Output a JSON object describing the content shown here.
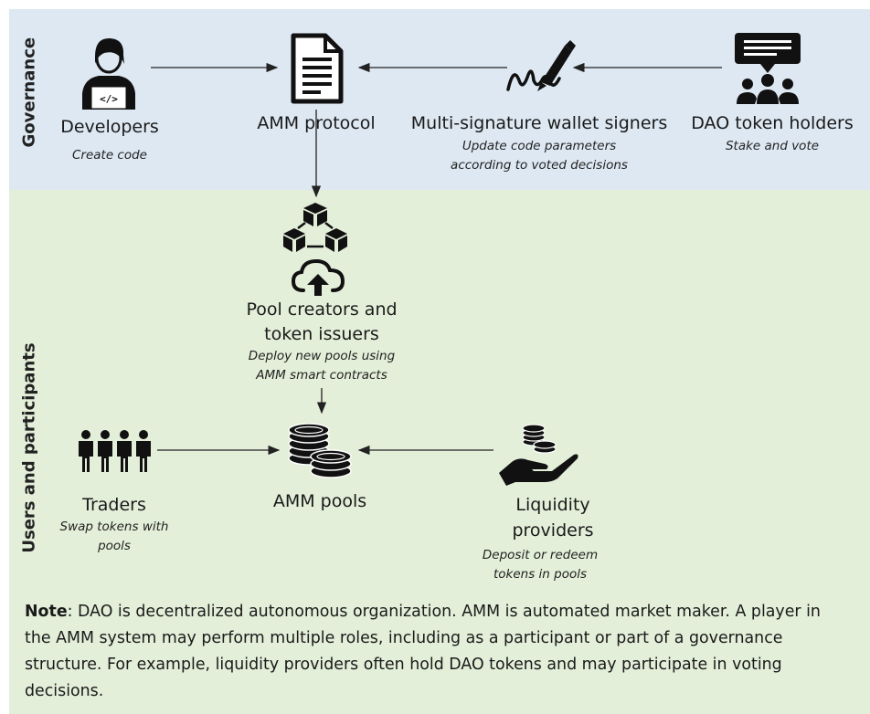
{
  "sections": {
    "governance": "Governance",
    "users": "Users and participants"
  },
  "nodes": {
    "developers": {
      "title": "Developers",
      "subtitle": "Create code"
    },
    "amm_protocol": {
      "title": "AMM protocol"
    },
    "multisig": {
      "title": "Multi-signature wallet signers",
      "subtitle_line1": "Update code parameters",
      "subtitle_line2": "according to voted decisions"
    },
    "dao_holders": {
      "title": "DAO token holders",
      "subtitle": "Stake and vote"
    },
    "pool_creators": {
      "title_line1": "Pool creators and",
      "title_line2": "token issuers",
      "subtitle_line1": "Deploy new pools using",
      "subtitle_line2": "AMM smart contracts"
    },
    "traders": {
      "title": "Traders",
      "subtitle_line1": "Swap tokens with",
      "subtitle_line2": "pools"
    },
    "amm_pools": {
      "title": "AMM pools"
    },
    "liquidity": {
      "title_line1": "Liquidity",
      "title_line2": "providers",
      "subtitle_line1": "Deposit or redeem",
      "subtitle_line2": "tokens in pools"
    }
  },
  "note": {
    "label": "Note",
    "text": ": DAO is decentralized autonomous organization. AMM is automated market maker. A player in the AMM system may perform multiple roles, including as a participant or part of a governance structure. For example, liquidity providers often hold DAO tokens and may participate in voting decisions."
  },
  "colors": {
    "governance_band": "#dde8f3",
    "users_band": "#e3efd9",
    "icon": "#111111"
  },
  "icons": [
    "developer-icon",
    "document-icon",
    "signature-pen-icon",
    "voting-group-icon",
    "blocks-network-icon",
    "cloud-upload-icon",
    "people-group-icon",
    "coins-stack-icon",
    "hand-coins-icon"
  ]
}
